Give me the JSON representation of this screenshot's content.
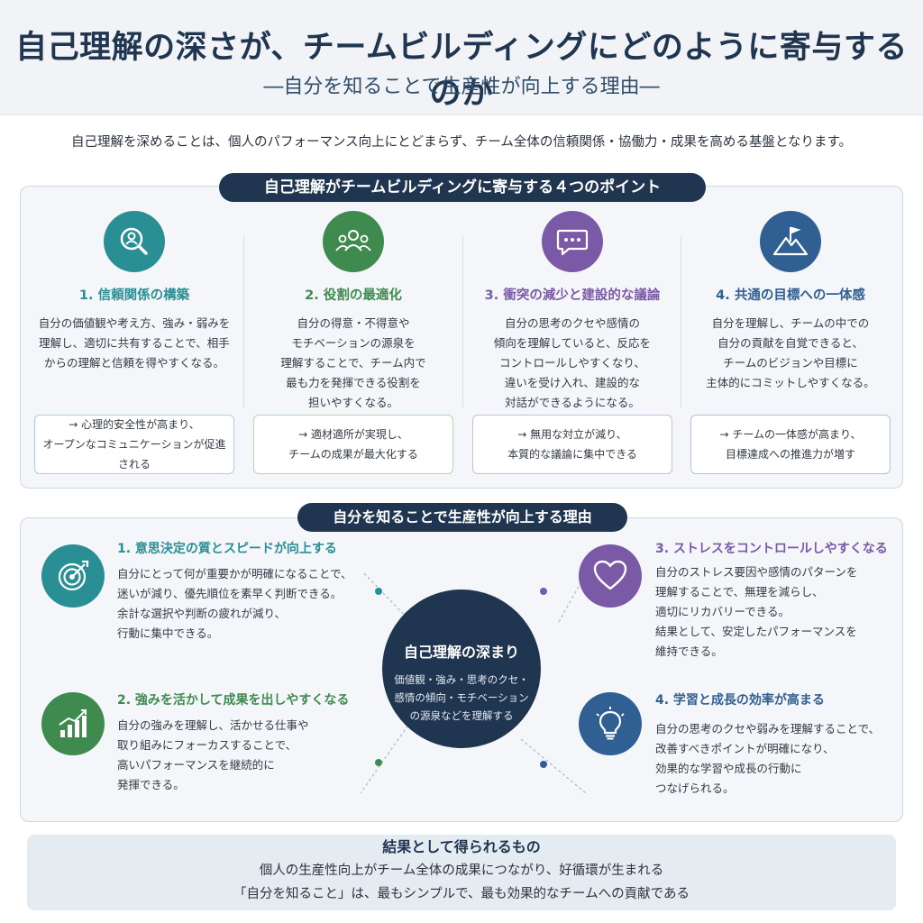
{
  "header": {
    "title": "自己理解の深さが、チームビルディングにどのように寄与するのか",
    "subtitle": "―自分を知ることで生産性が向上する理由―"
  },
  "intro": "自己理解を深めることは、個人のパフォーマンス向上にとどまらず、チーム全体の信頼関係・協働力・成果を高める基盤となります。",
  "points_section": {
    "heading": "自己理解がチームビルディングに寄与する４つのポイント",
    "points": [
      {
        "title": "1. 信頼関係の構築",
        "color": "#2a8f94",
        "icon": "search-person-icon",
        "body": [
          "自分の価値観や考え方、強み・弱みを",
          "理解し、適切に共有することで、相手",
          "からの理解と信頼を得やすくなる。"
        ],
        "result": [
          "→ 心理的安全性が高まり、",
          "オープンなコミュニケーションが促進される"
        ]
      },
      {
        "title": "2. 役割の最適化",
        "color": "#3f8b4f",
        "icon": "team-icon",
        "body": [
          "自分の得意・不得意や",
          "モチベーションの源泉を",
          "理解することで、チーム内で",
          "最も力を発揮できる役割を",
          "担いやすくなる。"
        ],
        "result": [
          "→ 適材適所が実現し、",
          "チームの成果が最大化する"
        ]
      },
      {
        "title": "3. 衝突の減少と建設的な議論",
        "color": "#7a5aa6",
        "icon": "chat-bubble-icon",
        "body": [
          "自分の思考のクセや感情の",
          "傾向を理解していると、反応を",
          "コントロールしやすくなり、",
          "違いを受け入れ、建設的な",
          "対話ができるようになる。"
        ],
        "result": [
          "→ 無用な対立が減り、",
          "本質的な議論に集中できる"
        ]
      },
      {
        "title": "4. 共通の目標への一体感",
        "color": "#2f5f93",
        "icon": "mountain-flag-icon",
        "body": [
          "自分を理解し、チームの中での",
          "自分の貢献を自覚できると、",
          "チームのビジョンや目標に",
          "主体的にコミットしやすくなる。"
        ],
        "result": [
          "→ チームの一体感が高まり、",
          "目標達成への推進力が増す"
        ]
      }
    ]
  },
  "reasons_section": {
    "heading": "自分を知ることで生産性が向上する理由",
    "center": {
      "title": "自己理解の深まり",
      "body": [
        "価値観・強み・思考のクセ・",
        "感情の傾向・モチベーション",
        "の源泉などを理解する"
      ]
    },
    "reasons": [
      {
        "title": "1. 意思決定の質とスピードが向上する",
        "color": "#2a8f94",
        "icon": "target-icon",
        "body": [
          "自分にとって何が重要かが明確になることで、",
          "迷いが減り、優先順位を素早く判断できる。",
          "余計な選択や判断の疲れが減り、",
          "行動に集中できる。"
        ]
      },
      {
        "title": "2. 強みを活かして成果を出しやすくなる",
        "color": "#3f8b4f",
        "icon": "bar-chart-growth-icon",
        "body": [
          "自分の強みを理解し、活かせる仕事や",
          "取り組みにフォーカスすることで、",
          "高いパフォーマンスを継続的に",
          "発揮できる。"
        ]
      },
      {
        "title": "3. ストレスをコントロールしやすくなる",
        "color": "#7a5aa6",
        "icon": "heart-icon",
        "body": [
          "自分のストレス要因や感情のパターンを",
          "理解することで、無理を減らし、",
          "適切にリカバリーできる。",
          "結果として、安定したパフォーマンスを",
          "維持できる。"
        ]
      },
      {
        "title": "4. 学習と成長の効率が高まる",
        "color": "#2f5f93",
        "icon": "lightbulb-icon",
        "body": [
          "自分の思考のクセや弱みを理解することで、",
          "改善すべきポイントが明確になり、",
          "効果的な学習や成長の行動に",
          "つなげられる。"
        ]
      }
    ]
  },
  "result": {
    "title": "結果として得られるもの",
    "line1": "個人の生産性向上がチーム全体の成果につながり、好循環が生まれる",
    "line2": "「自分を知ること」は、最もシンプルで、最も効果的なチームへの貢献である"
  }
}
